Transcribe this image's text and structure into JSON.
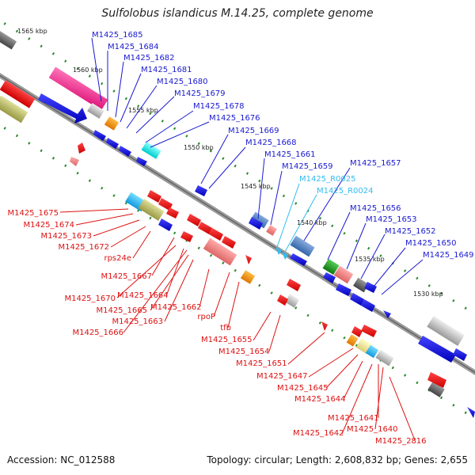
{
  "title": "Sulfolobus islandicus M.14.25, complete genome",
  "accession": "Accession: NC_012588",
  "topology": "Topology: circular; Length: 2,608,832 bp; Genes: 2,655",
  "colors": {
    "top_label": "#1a1ad0",
    "top_label_rna": "#33bbee",
    "bottom_label": "#dd1111",
    "backbone": "#9a9a9a",
    "ticks": "#2a8a2a"
  },
  "kbp_ticks": [
    "1565 kbp",
    "1560 kbp",
    "1555 kbp",
    "1550 kbp",
    "1545 kbp",
    "1540 kbp",
    "1535 kbp",
    "1530 kbp"
  ],
  "top_labels": [
    "M1425_1685",
    "M1425_1684",
    "M1425_1682",
    "M1425_1681",
    "M1425_1680",
    "M1425_1679",
    "M1425_1678",
    "M1425_1676",
    "M1425_1669",
    "M1425_1668",
    "M1425_1661",
    "M1425_1659",
    "M1425_R0025",
    "M1425_R0024",
    "M1425_1657",
    "M1425_1656",
    "M1425_1653",
    "M1425_1652",
    "M1425_1650",
    "M1425_1649"
  ],
  "bottom_labels": [
    "M1425_1675",
    "M1425_1674",
    "M1425_1673",
    "M1425_1672",
    "rps24e",
    "M1425_1667",
    "M1425_1670",
    "M1425_1664",
    "M1425_1665",
    "M1425_1663",
    "M1425_1666",
    "M1425_1662",
    "rpoP",
    "tfb",
    "M1425_1655",
    "M1425_1654",
    "M1425_1651",
    "M1425_1647",
    "M1425_1645",
    "M1425_1644",
    "M1425_1641",
    "M1425_1642",
    "M1425_1640",
    "M1425_2816"
  ]
}
